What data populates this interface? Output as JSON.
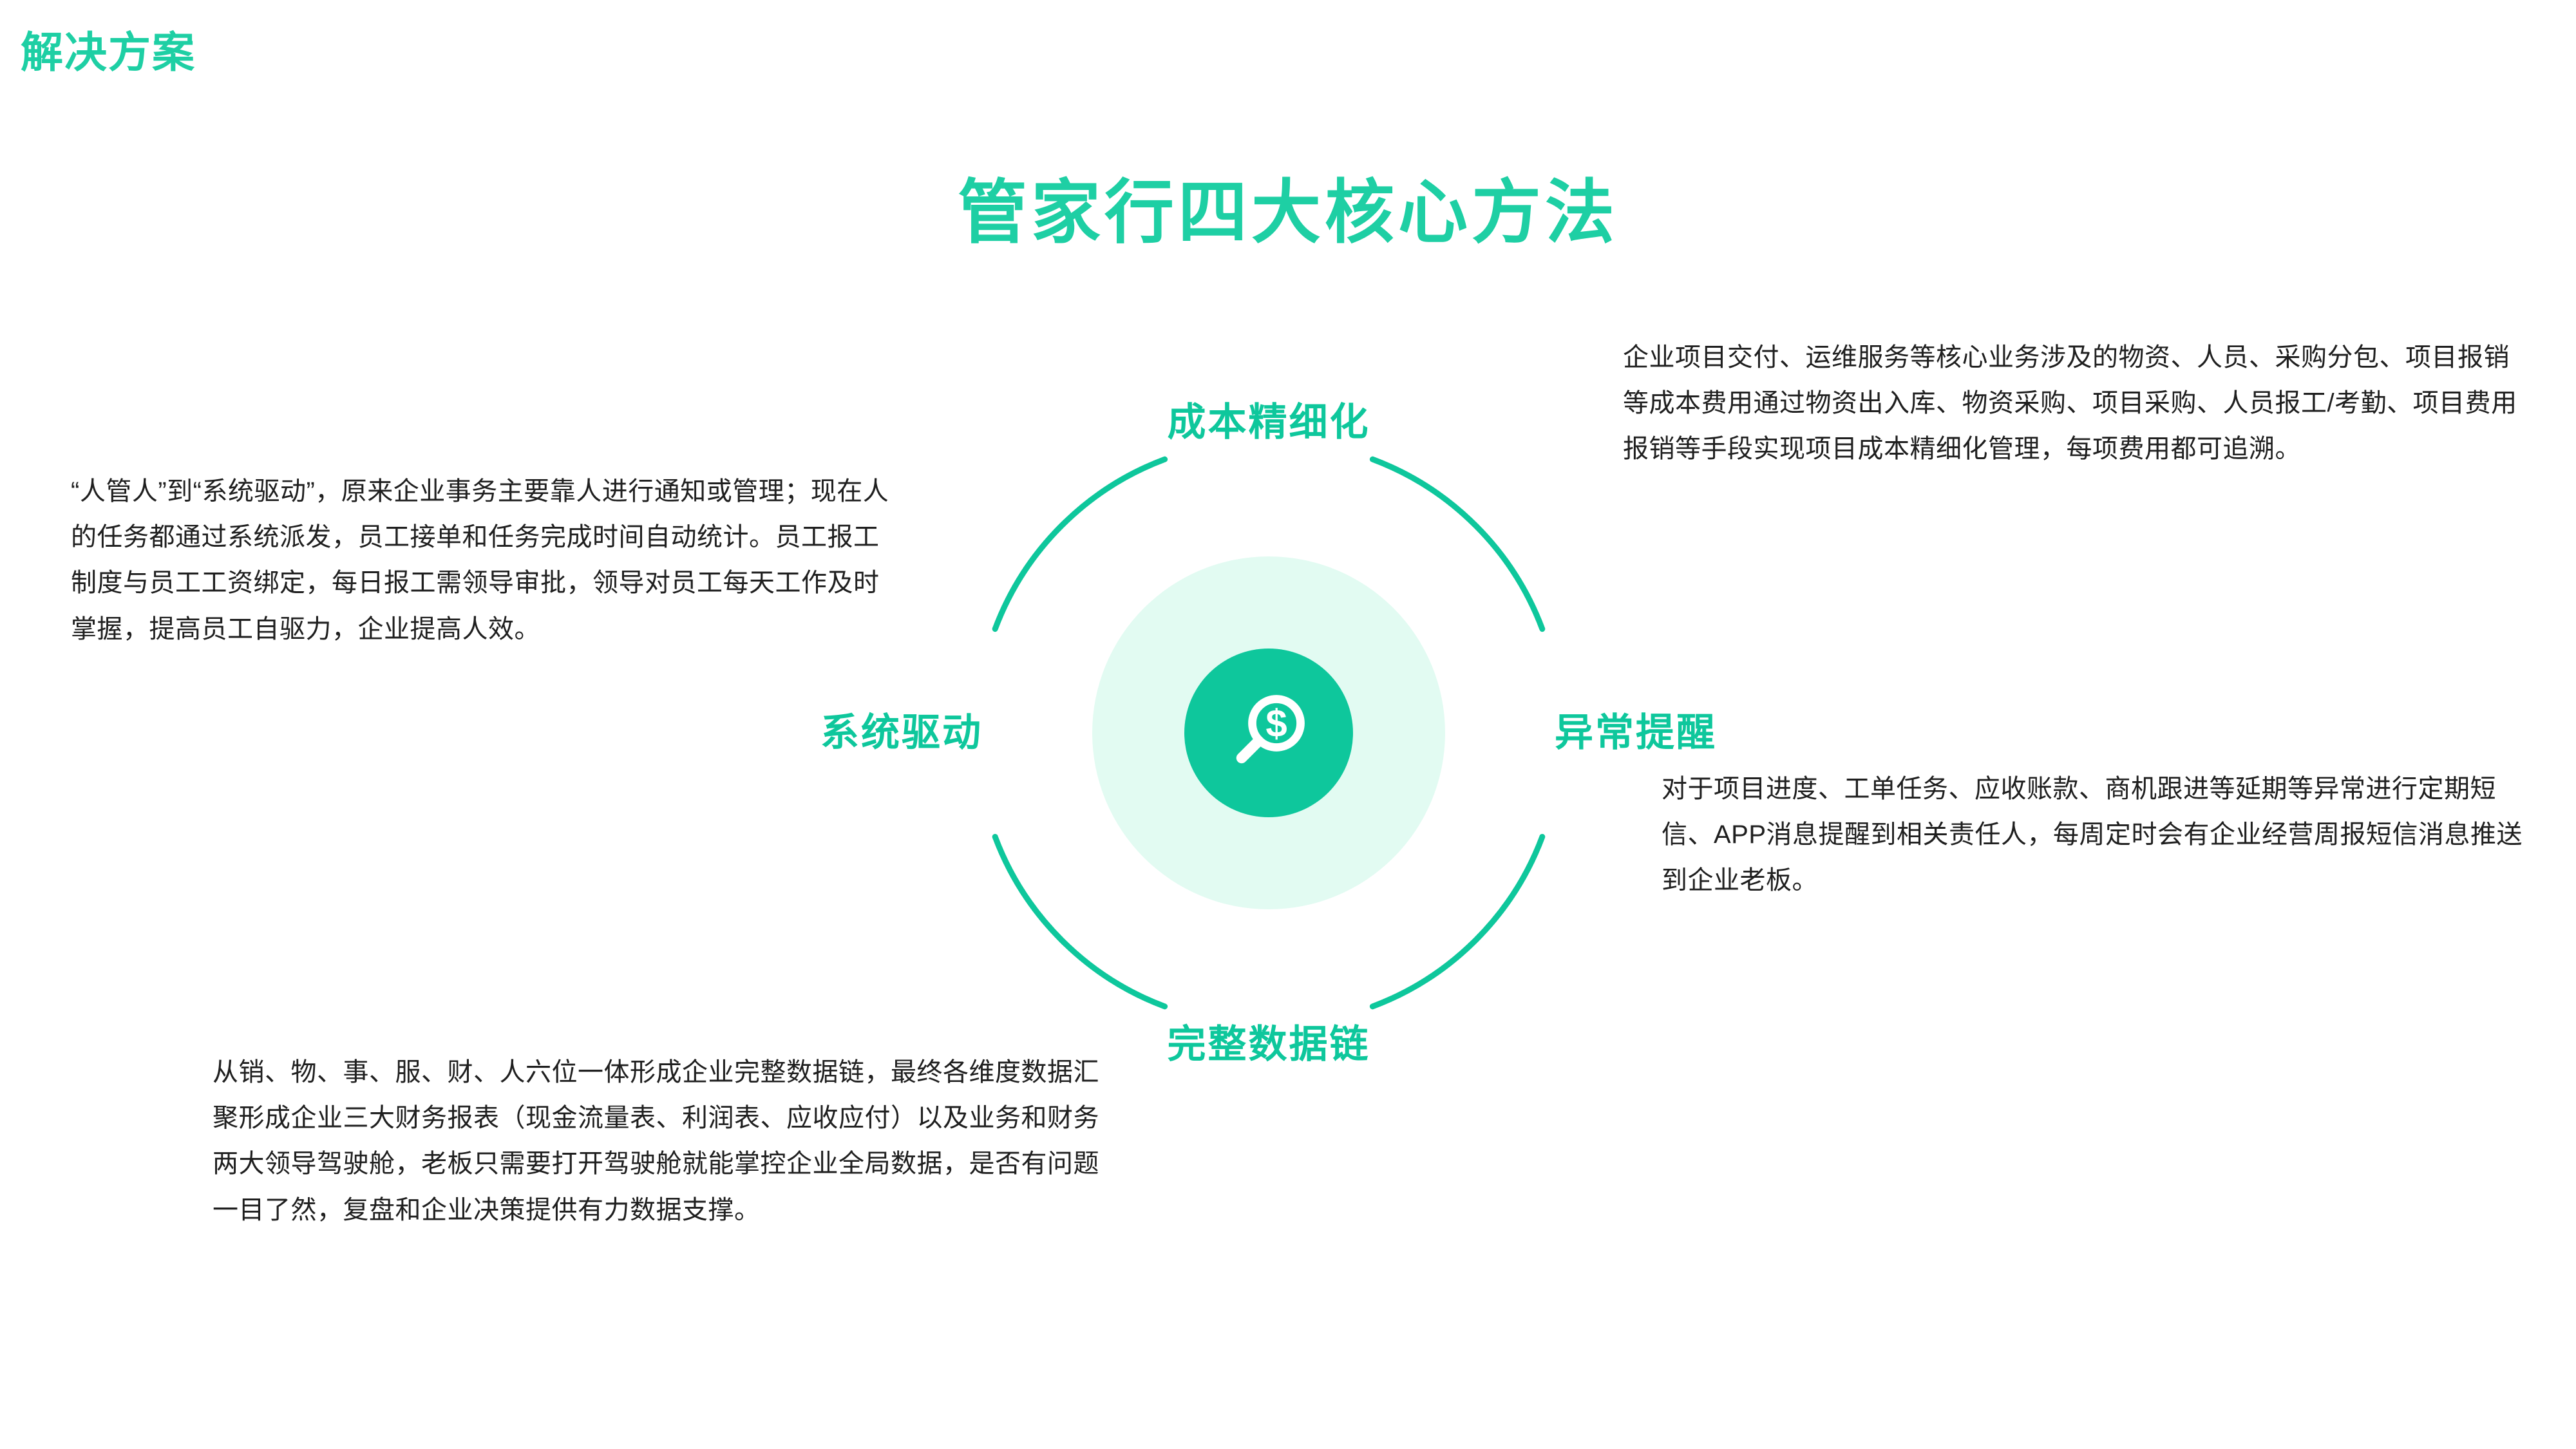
{
  "theme": {
    "accent": "#0ec79c",
    "accent_light": "#1ecfa4",
    "halo": "#e2fbf2",
    "body_text": "#1f1f1f",
    "background": "#ffffff"
  },
  "header": {
    "section_label": "解决方案"
  },
  "title": {
    "main": "管家行四大核心方法"
  },
  "center": {
    "icon": "magnifier-dollar-icon"
  },
  "nodes": {
    "top": {
      "label": "成本精细化"
    },
    "right": {
      "label": "异常提醒"
    },
    "bottom": {
      "label": "完整数据链"
    },
    "left": {
      "label": "系统驱动"
    }
  },
  "descriptions": {
    "system_driven": "“人管人”到“系统驱动”，原来企业事务主要靠人进行通知或管理；现在人的任务都通过系统派发，员工接单和任务完成时间自动统计。员工报工制度与员工工资绑定，每日报工需领导审批，领导对员工每天工作及时掌握，提高员工自驱力，企业提高人效。",
    "cost_refinement": "企业项目交付、运维服务等核心业务涉及的物资、人员、采购分包、项目报销等成本费用通过物资出入库、物资采购、项目采购、人员报工/考勤、项目费用报销等手段实现项目成本精细化管理，每项费用都可追溯。",
    "exception_alert": "对于项目进度、工单任务、应收账款、商机跟进等延期等异常进行定期短信、APP消息提醒到相关责任人，每周定时会有企业经营周报短信消息推送到企业老板。",
    "data_chain": "从销、物、事、服、财、人六位一体形成企业完整数据链，最终各维度数据汇聚形成企业三大财务报表（现金流量表、利润表、应收应付）以及业务和财务两大领导驾驶舱，老板只需要打开驾驶舱就能掌控企业全局数据，是否有问题一目了然，复盘和企业决策提供有力数据支撑。"
  }
}
